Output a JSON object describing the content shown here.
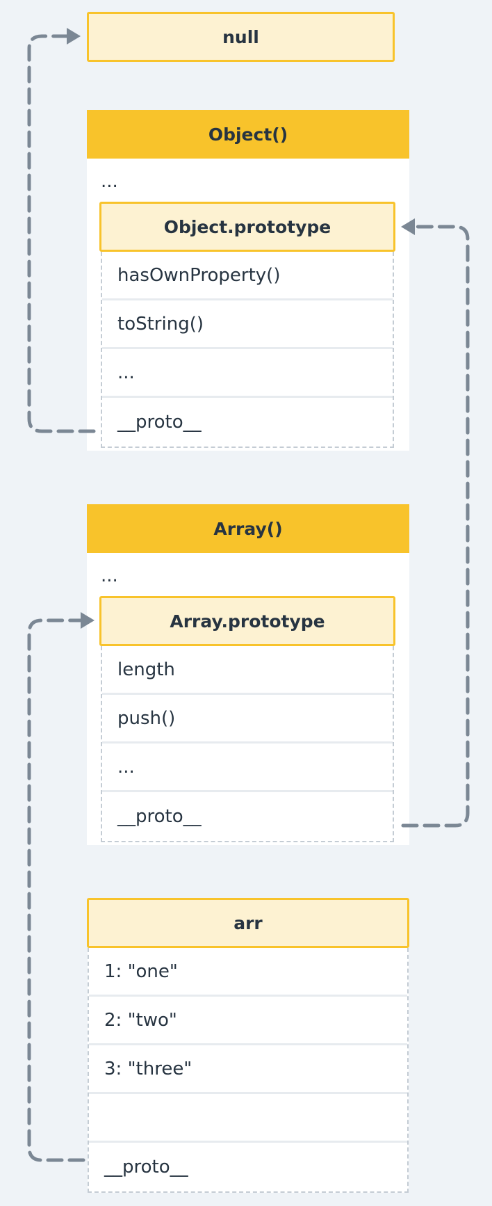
{
  "null_box": {
    "label": "null"
  },
  "object_ctor": {
    "title": "Object()",
    "dots": "...",
    "prototype": {
      "title": "Object.prototype",
      "rows": [
        "hasOwnProperty()",
        "toString()",
        "...",
        "__proto__"
      ]
    }
  },
  "array_ctor": {
    "title": "Array()",
    "dots": "...",
    "prototype": {
      "title": "Array.prototype",
      "rows": [
        "length",
        "push()",
        "...",
        "__proto__"
      ]
    }
  },
  "arr": {
    "title": "arr",
    "rows": [
      "1: \"one\"",
      "2: \"two\"",
      "3: \"three\"",
      "",
      "__proto__"
    ]
  },
  "colors": {
    "accent": "#f8c32b",
    "header_fill": "#fdf2d2",
    "arrow": "#7b8794",
    "background": "#eff3f7"
  }
}
